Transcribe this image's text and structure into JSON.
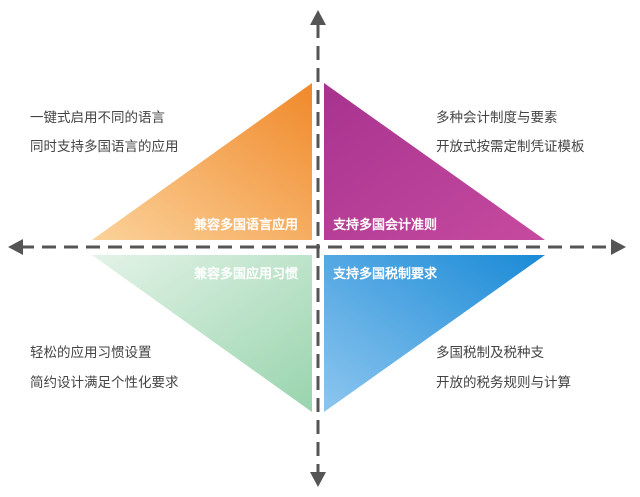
{
  "quadrants": {
    "top_left": {
      "label": "兼容多国语言应用",
      "lines": [
        "一键式启用不同的语言",
        "同时支持多国语言的应用"
      ],
      "color_start": "#fbd29a",
      "color_end": "#f0892a"
    },
    "top_right": {
      "label": "支持多国会计准则",
      "lines": [
        "多种会计制度与要素",
        "开放式按需定制凭证模板"
      ],
      "color_start": "#a7338f",
      "color_end": "#c64a9f"
    },
    "bottom_left": {
      "label": "兼容多国应用习惯",
      "lines": [
        "轻松的应用习惯设置",
        "简约设计满足个性化要求"
      ],
      "color_start": "#e3f3e7",
      "color_end": "#98d4ad"
    },
    "bottom_right": {
      "label": "支持多国税制要求",
      "lines": [
        "多国税制及税种支",
        "开放的税务规则与计算"
      ],
      "color_start": "#8dc6ef",
      "color_end": "#1a8ad6"
    }
  },
  "axis_color": "#555555"
}
